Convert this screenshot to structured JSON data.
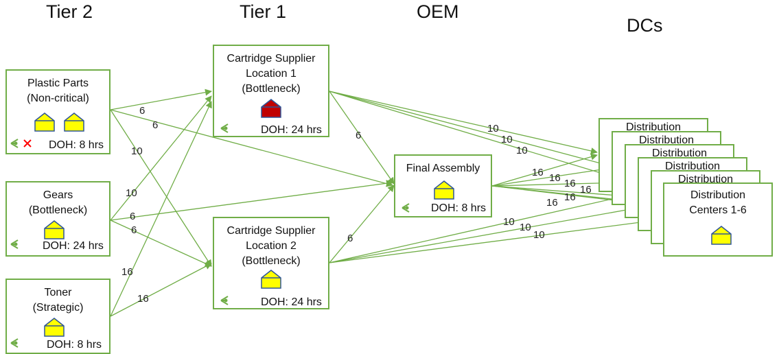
{
  "tiers": {
    "tier2": "Tier 2",
    "tier1": "Tier 1",
    "oem": "OEM",
    "dcs": "DCs"
  },
  "nodes": {
    "plastic": {
      "label": "Plastic Parts\n(Non-critical)",
      "doh": "DOH: 8 hrs",
      "status": "normal",
      "icons": [
        "eye-icon",
        "x-icon"
      ]
    },
    "gears": {
      "label": "Gears\n(Bottleneck)",
      "doh": "DOH: 24 hrs",
      "status": "normal"
    },
    "toner": {
      "label": "Toner\n(Strategic)",
      "doh": "DOH: 8 hrs",
      "status": "normal"
    },
    "cart1": {
      "label": "Cartridge Supplier\nLocation 1\n(Bottleneck)",
      "doh": "DOH: 24 hrs",
      "status": "disrupted"
    },
    "cart2": {
      "label": "Cartridge Supplier\nLocation 2\n(Bottleneck)",
      "doh": "DOH: 24 hrs",
      "status": "normal"
    },
    "final": {
      "label": "Final Assembly",
      "doh": "DOH: 8 hrs",
      "status": "normal"
    },
    "dc": {
      "label": "Distribution\nCenters 1-6",
      "stack_label": "Distribution",
      "status": "normal"
    }
  },
  "edges": [
    {
      "from": "plastic",
      "to": "cart1",
      "label": "6"
    },
    {
      "from": "plastic",
      "to": "final",
      "label": "6"
    },
    {
      "from": "plastic",
      "to": "cart2",
      "label": "10"
    },
    {
      "from": "gears",
      "to": "cart1",
      "label": "10"
    },
    {
      "from": "gears",
      "to": "final",
      "label": "6"
    },
    {
      "from": "gears",
      "to": "cart2",
      "label": "6"
    },
    {
      "from": "toner",
      "to": "cart1",
      "label": "16"
    },
    {
      "from": "toner",
      "to": "cart2",
      "label": "16"
    },
    {
      "from": "cart1",
      "to": "final",
      "label": "6"
    },
    {
      "from": "cart2",
      "to": "final",
      "label": "6"
    },
    {
      "from": "cart1",
      "to": "dc",
      "label": "10"
    },
    {
      "from": "final",
      "to": "dc",
      "label": "16"
    },
    {
      "from": "cart2",
      "to": "dc",
      "label": "10"
    }
  ],
  "colors": {
    "line": "#70ad47",
    "house_normal": "#ffff00",
    "house_disrupted": "#c00000",
    "house_outline": "#2f5597",
    "x_mark": "#ff0000"
  }
}
